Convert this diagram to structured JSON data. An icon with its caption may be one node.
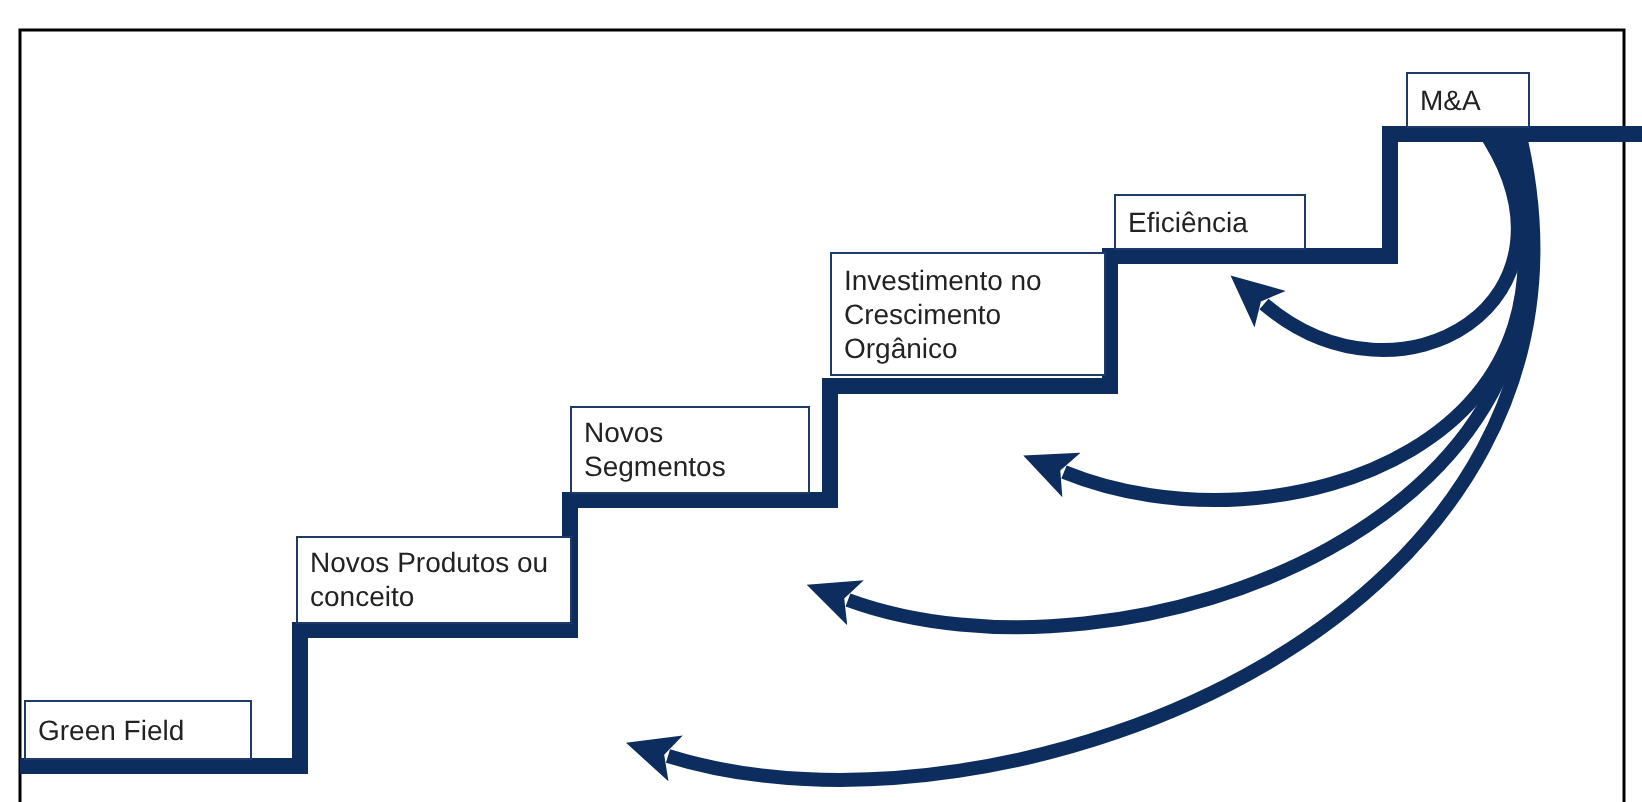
{
  "diagram": {
    "nodes": [
      {
        "text": [
          "Green Field"
        ]
      },
      {
        "text": [
          "Novos Produtos ou conceito"
        ]
      },
      {
        "text": [
          "Novos Segmentos"
        ]
      },
      {
        "text": [
          "Investimento no Crescimento Orgânico"
        ]
      },
      {
        "text": [
          "Eficiência"
        ]
      },
      {
        "text": [
          "M&A"
        ]
      }
    ],
    "edges": [
      {
        "from": 5,
        "to": 4,
        "arrow": "to"
      },
      {
        "from": 5,
        "to": null,
        "arrow": "to"
      },
      {
        "from": 5,
        "to": null,
        "arrow": "to"
      },
      {
        "from": 5,
        "to": null,
        "arrow": "to"
      }
    ]
  }
}
